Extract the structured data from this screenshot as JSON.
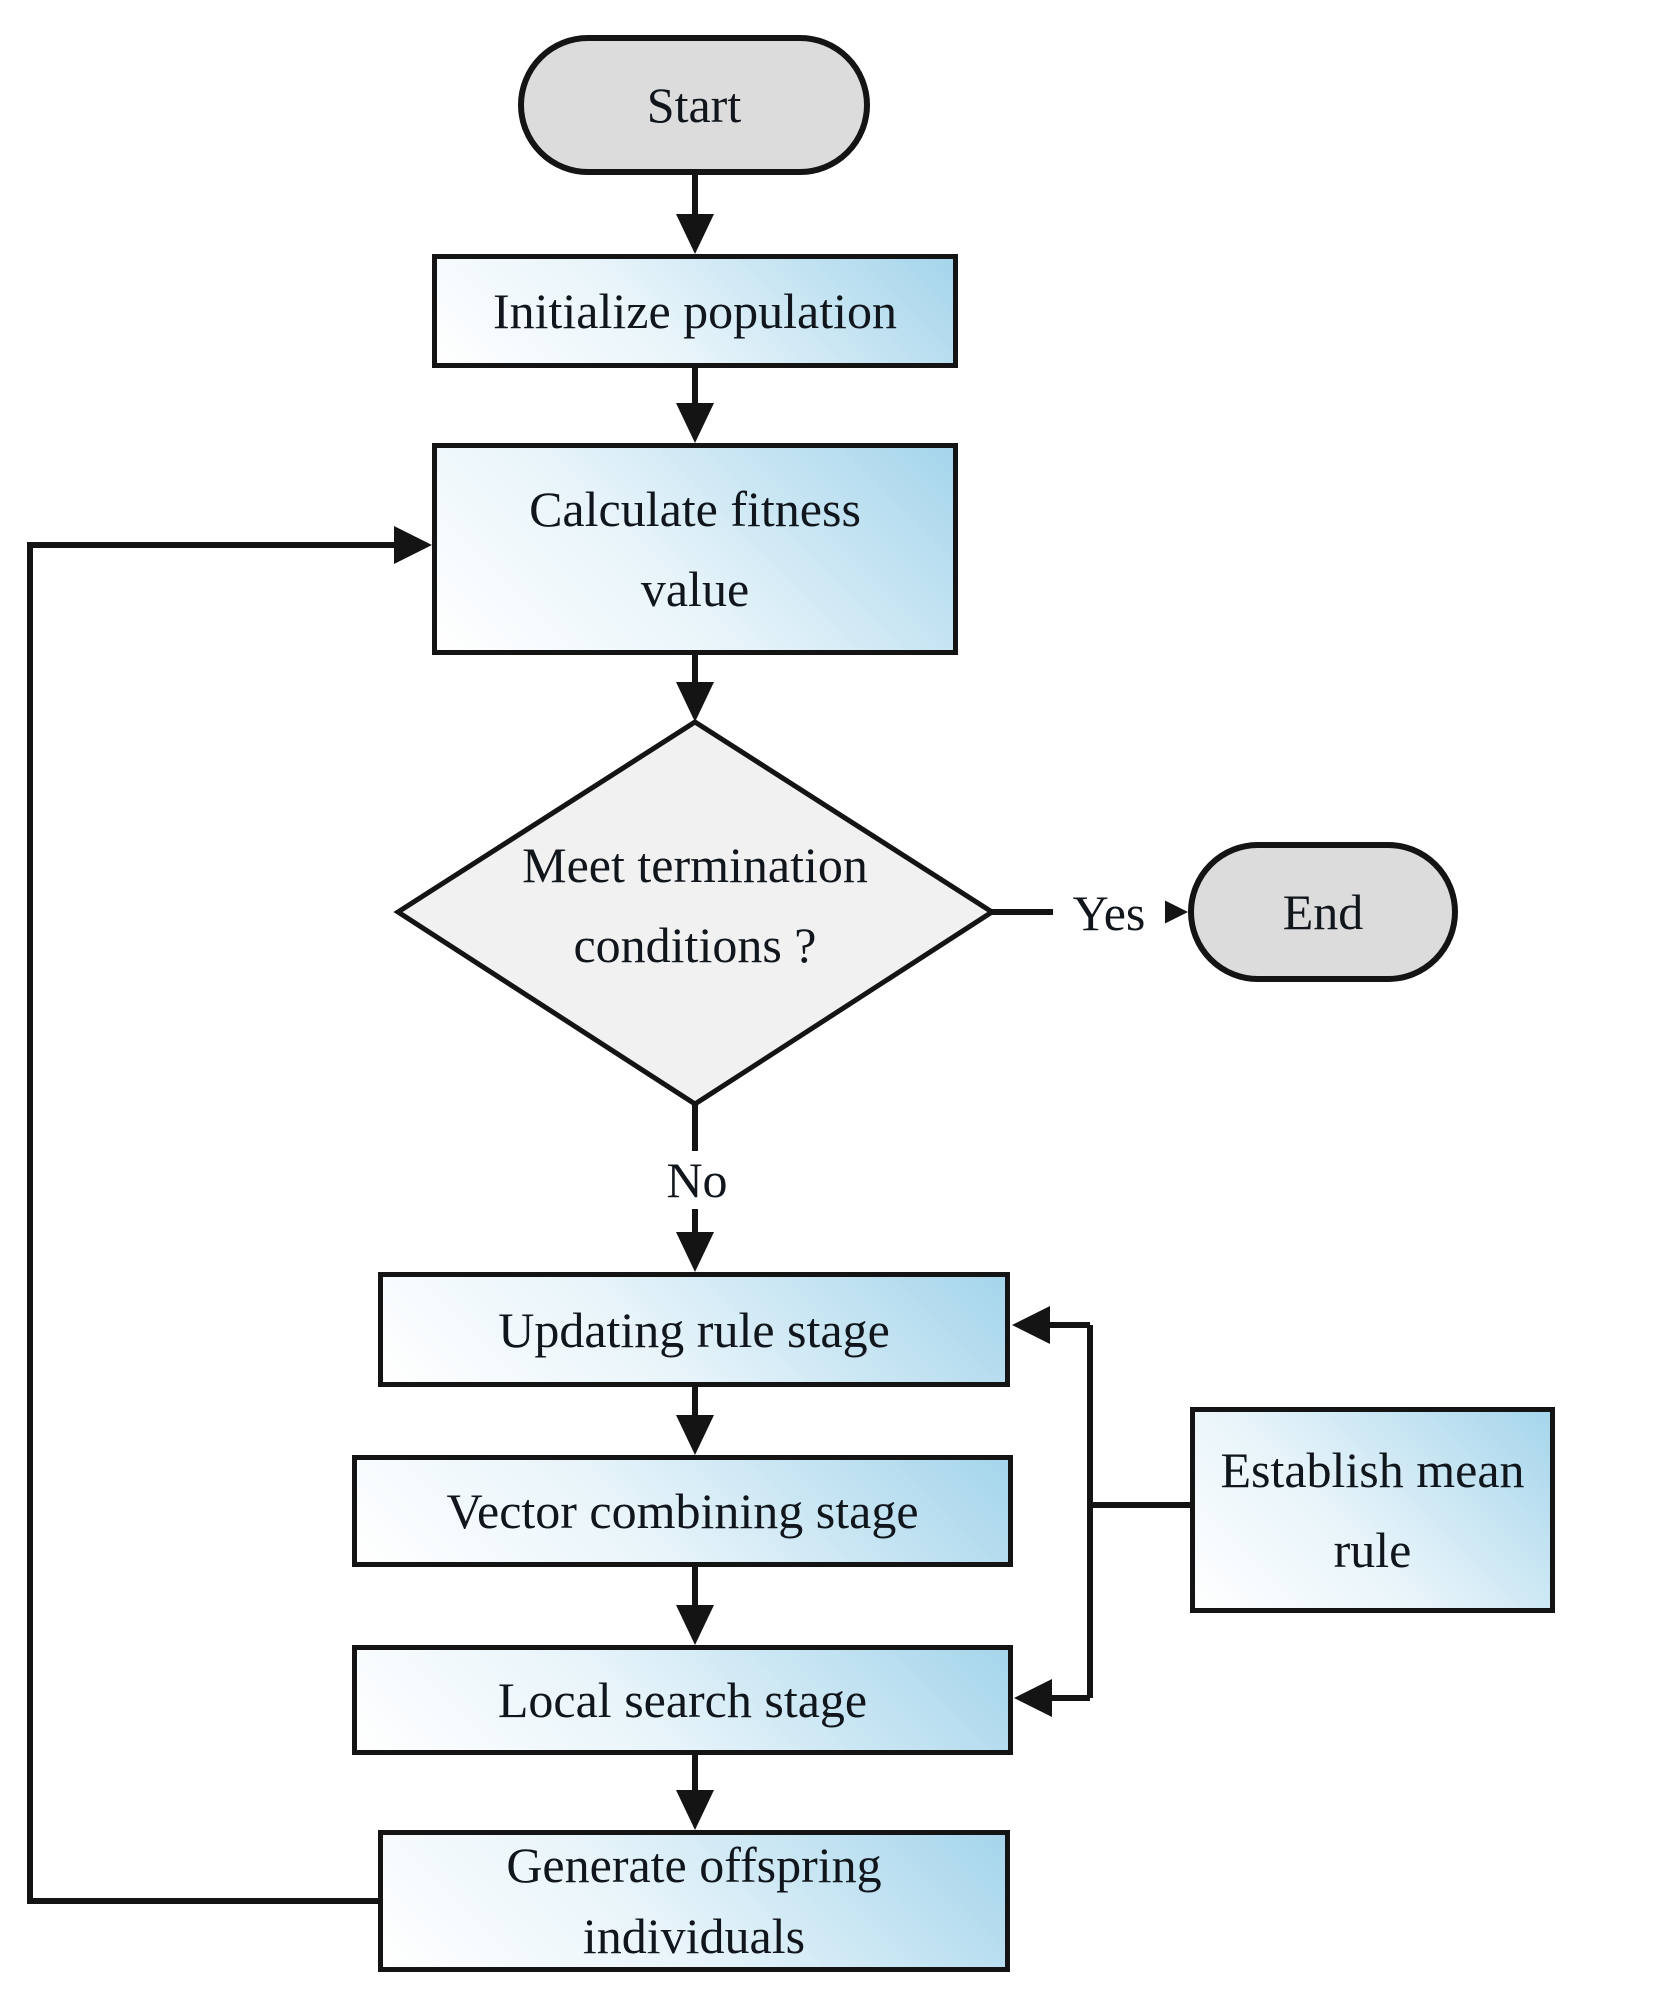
{
  "diagram": {
    "type": "flowchart",
    "nodes": {
      "start": {
        "label": "Start",
        "shape": "terminator"
      },
      "initialize_population": {
        "label": "Initialize population",
        "shape": "process"
      },
      "calculate_fitness": {
        "label": "Calculate fitness\nvalue",
        "shape": "process"
      },
      "termination_decision": {
        "label": "Meet termination\nconditions ?",
        "shape": "decision"
      },
      "end": {
        "label": "End",
        "shape": "terminator"
      },
      "updating_rule_stage": {
        "label": "Updating rule stage",
        "shape": "process"
      },
      "vector_combining_stage": {
        "label": "Vector combining stage",
        "shape": "process"
      },
      "local_search_stage": {
        "label": "Local search stage",
        "shape": "process"
      },
      "generate_offspring": {
        "label": "Generate offspring\nindividuals",
        "shape": "process"
      },
      "establish_mean_rule": {
        "label": "Establish mean\nrule",
        "shape": "process"
      }
    },
    "edge_labels": {
      "yes": "Yes",
      "no": "No"
    },
    "edges": [
      {
        "from": "start",
        "to": "initialize_population"
      },
      {
        "from": "initialize_population",
        "to": "calculate_fitness"
      },
      {
        "from": "calculate_fitness",
        "to": "termination_decision"
      },
      {
        "from": "termination_decision",
        "to": "end",
        "label": "Yes"
      },
      {
        "from": "termination_decision",
        "to": "updating_rule_stage",
        "label": "No"
      },
      {
        "from": "updating_rule_stage",
        "to": "vector_combining_stage"
      },
      {
        "from": "vector_combining_stage",
        "to": "local_search_stage"
      },
      {
        "from": "local_search_stage",
        "to": "generate_offspring"
      },
      {
        "from": "generate_offspring",
        "to": "calculate_fitness"
      },
      {
        "from": "establish_mean_rule",
        "to": "updating_rule_stage"
      },
      {
        "from": "establish_mean_rule",
        "to": "local_search_stage"
      }
    ],
    "colors": {
      "process_from": "#ffffff",
      "process_mid": "#e8f4fa",
      "process_to": "#a5d5eb",
      "terminator_fill": "#dcdcdc",
      "decision_fill": "#f1f1f1",
      "stroke": "#141414",
      "text": "#10161c",
      "background": "#ffffff"
    }
  }
}
